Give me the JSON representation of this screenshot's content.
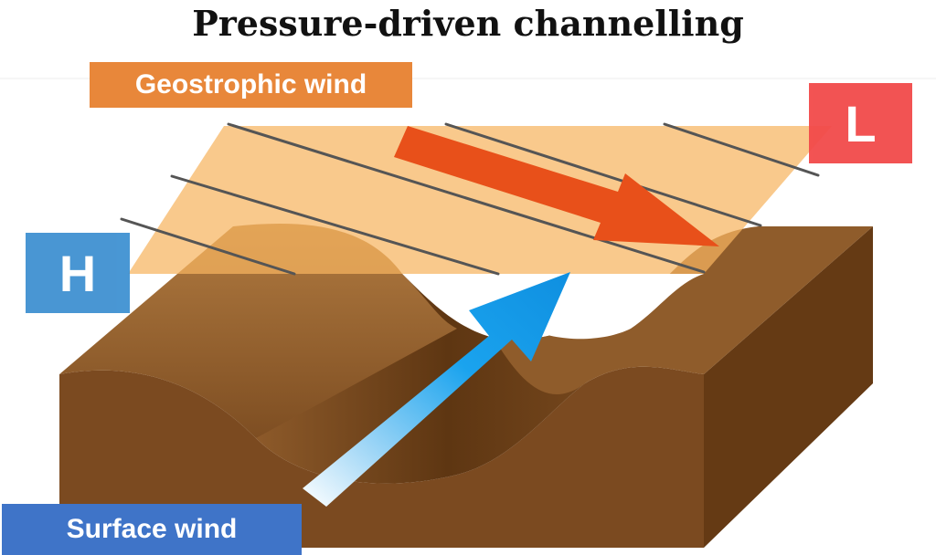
{
  "title": "Pressure-driven channelling",
  "labels": {
    "geostrophic_wind": "Geostrophic wind",
    "surface_wind": "Surface wind",
    "high_pressure": "H",
    "low_pressure": "L"
  },
  "colors": {
    "geostrophic_label_bg": "#e8873a",
    "surface_label_bg": "#3f74c8",
    "high_box": "#3a8ed0",
    "low_box": "#f24a4a",
    "pressure_plane": "#f7c07a",
    "isobar": "#555555",
    "geostrophic_arrow": "#e8501a",
    "surface_arrow": "#1aa3ee",
    "terrain_top": "#a4703a",
    "terrain_front": "#7b4a20",
    "terrain_side": "#653a14"
  }
}
